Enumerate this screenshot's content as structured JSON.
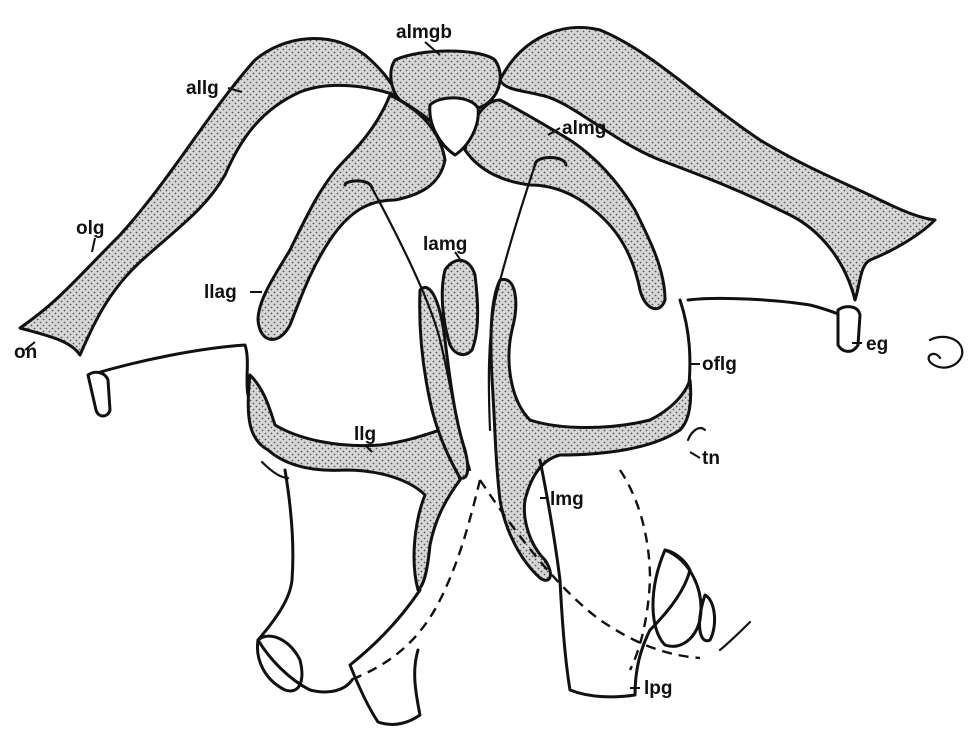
{
  "figure": {
    "labels": {
      "almgb": "almgb",
      "allg": "allg",
      "almg": "almg",
      "olg": "olg",
      "lamg": "lamg",
      "llag": "llag",
      "on": "on",
      "eg": "eg",
      "oflg": "oflg",
      "llg": "llg",
      "tn": "tn",
      "lmg": "lmg",
      "lpg": "lpg"
    }
  }
}
